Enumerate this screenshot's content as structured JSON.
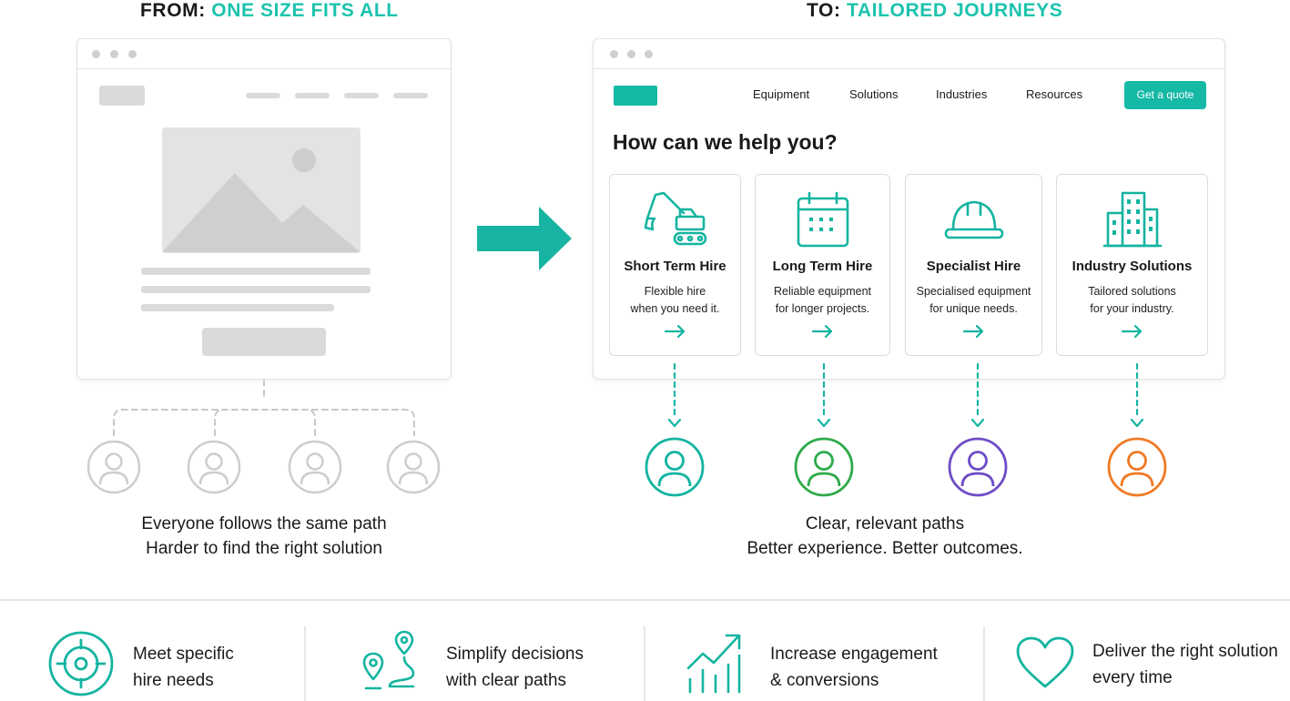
{
  "headings": {
    "from_label": "FROM:",
    "from_accent": "ONE SIZE FITS ALL",
    "to_label": "TO:",
    "to_accent": "TAILORED JOURNEYS"
  },
  "colors": {
    "accent": "#1cc3ad",
    "teal_icon": "#14b4a0",
    "green": "#2faa4a",
    "purple": "#6f4cc7",
    "orange": "#f07a24",
    "grey": "#c9c9c9"
  },
  "old_site": {
    "caption_line1": "Everyone follows the same path",
    "caption_line2": "Harder to find the right solution",
    "users": [
      "user-icon",
      "user-icon",
      "user-icon",
      "user-icon"
    ]
  },
  "new_site": {
    "nav": [
      "Equipment",
      "Solutions",
      "Industries",
      "Resources"
    ],
    "cta_label": "Get a quote",
    "question": "How can we help you?",
    "cards": [
      {
        "title": "Short Term Hire",
        "desc_line1": "Flexible hire",
        "desc_line2": "when you need it.",
        "icon": "excavator-icon",
        "user_color": "teal"
      },
      {
        "title": "Long Term Hire",
        "desc_line1": "Reliable equipment",
        "desc_line2": "for longer projects.",
        "icon": "calendar-icon",
        "user_color": "green"
      },
      {
        "title": "Specialist Hire",
        "desc_line1": "Specialised equipment",
        "desc_line2": "for unique needs.",
        "icon": "hard-hat-icon",
        "user_color": "purple"
      },
      {
        "title": "Industry Solutions",
        "desc_line1": "Tailored solutions",
        "desc_line2": "for your industry.",
        "icon": "buildings-icon",
        "user_color": "orange"
      }
    ],
    "caption_line1": "Clear, relevant paths",
    "caption_line2": "Better experience. Better outcomes."
  },
  "benefits": [
    {
      "line1": "Meet specific",
      "line2": "hire needs",
      "icon": "target-icon"
    },
    {
      "line1": "Simplify decisions",
      "line2": "with clear paths",
      "icon": "route-pins-icon"
    },
    {
      "line1": "Increase engagement",
      "line2": "& conversions",
      "icon": "growth-chart-icon"
    },
    {
      "line1": "Deliver the right solution",
      "line2": "every time",
      "icon": "heart-icon"
    }
  ]
}
